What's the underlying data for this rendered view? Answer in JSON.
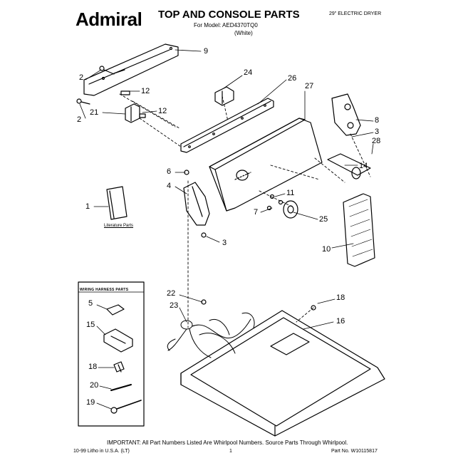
{
  "header": {
    "brand": "Admiral",
    "title": "TOP AND CONSOLE PARTS",
    "model_line": "For Model: AED4370TQ0",
    "variant": "(White)",
    "doc_type": "29\" ELECTRIC DRYER"
  },
  "inset": {
    "title": "WIRING HARNESS PARTS",
    "literature_label": "Literature Parts"
  },
  "callouts": {
    "c1": "1",
    "c2a": "2",
    "c2b": "2",
    "c3a": "3",
    "c3b": "3",
    "c4": "4",
    "c5": "5",
    "c6": "6",
    "c7": "7",
    "c8": "8",
    "c9": "9",
    "c10": "10",
    "c11": "11",
    "c12a": "12",
    "c12b": "12",
    "c14": "14",
    "c15": "15",
    "c16": "16",
    "c18a": "18",
    "c18b": "18",
    "c19": "19",
    "c20": "20",
    "c21": "21",
    "c22": "22",
    "c23": "23",
    "c24": "24",
    "c25": "25",
    "c26": "26",
    "c27": "27",
    "c28": "28"
  },
  "footer": {
    "note": "IMPORTANT: All Part Numbers Listed Are Whirlpool Numbers. Source Parts Through Whirlpool.",
    "printed": "10-99 Litho in U.S.A. (LT)",
    "page": "1",
    "part_no": "Part No. W10115817"
  }
}
